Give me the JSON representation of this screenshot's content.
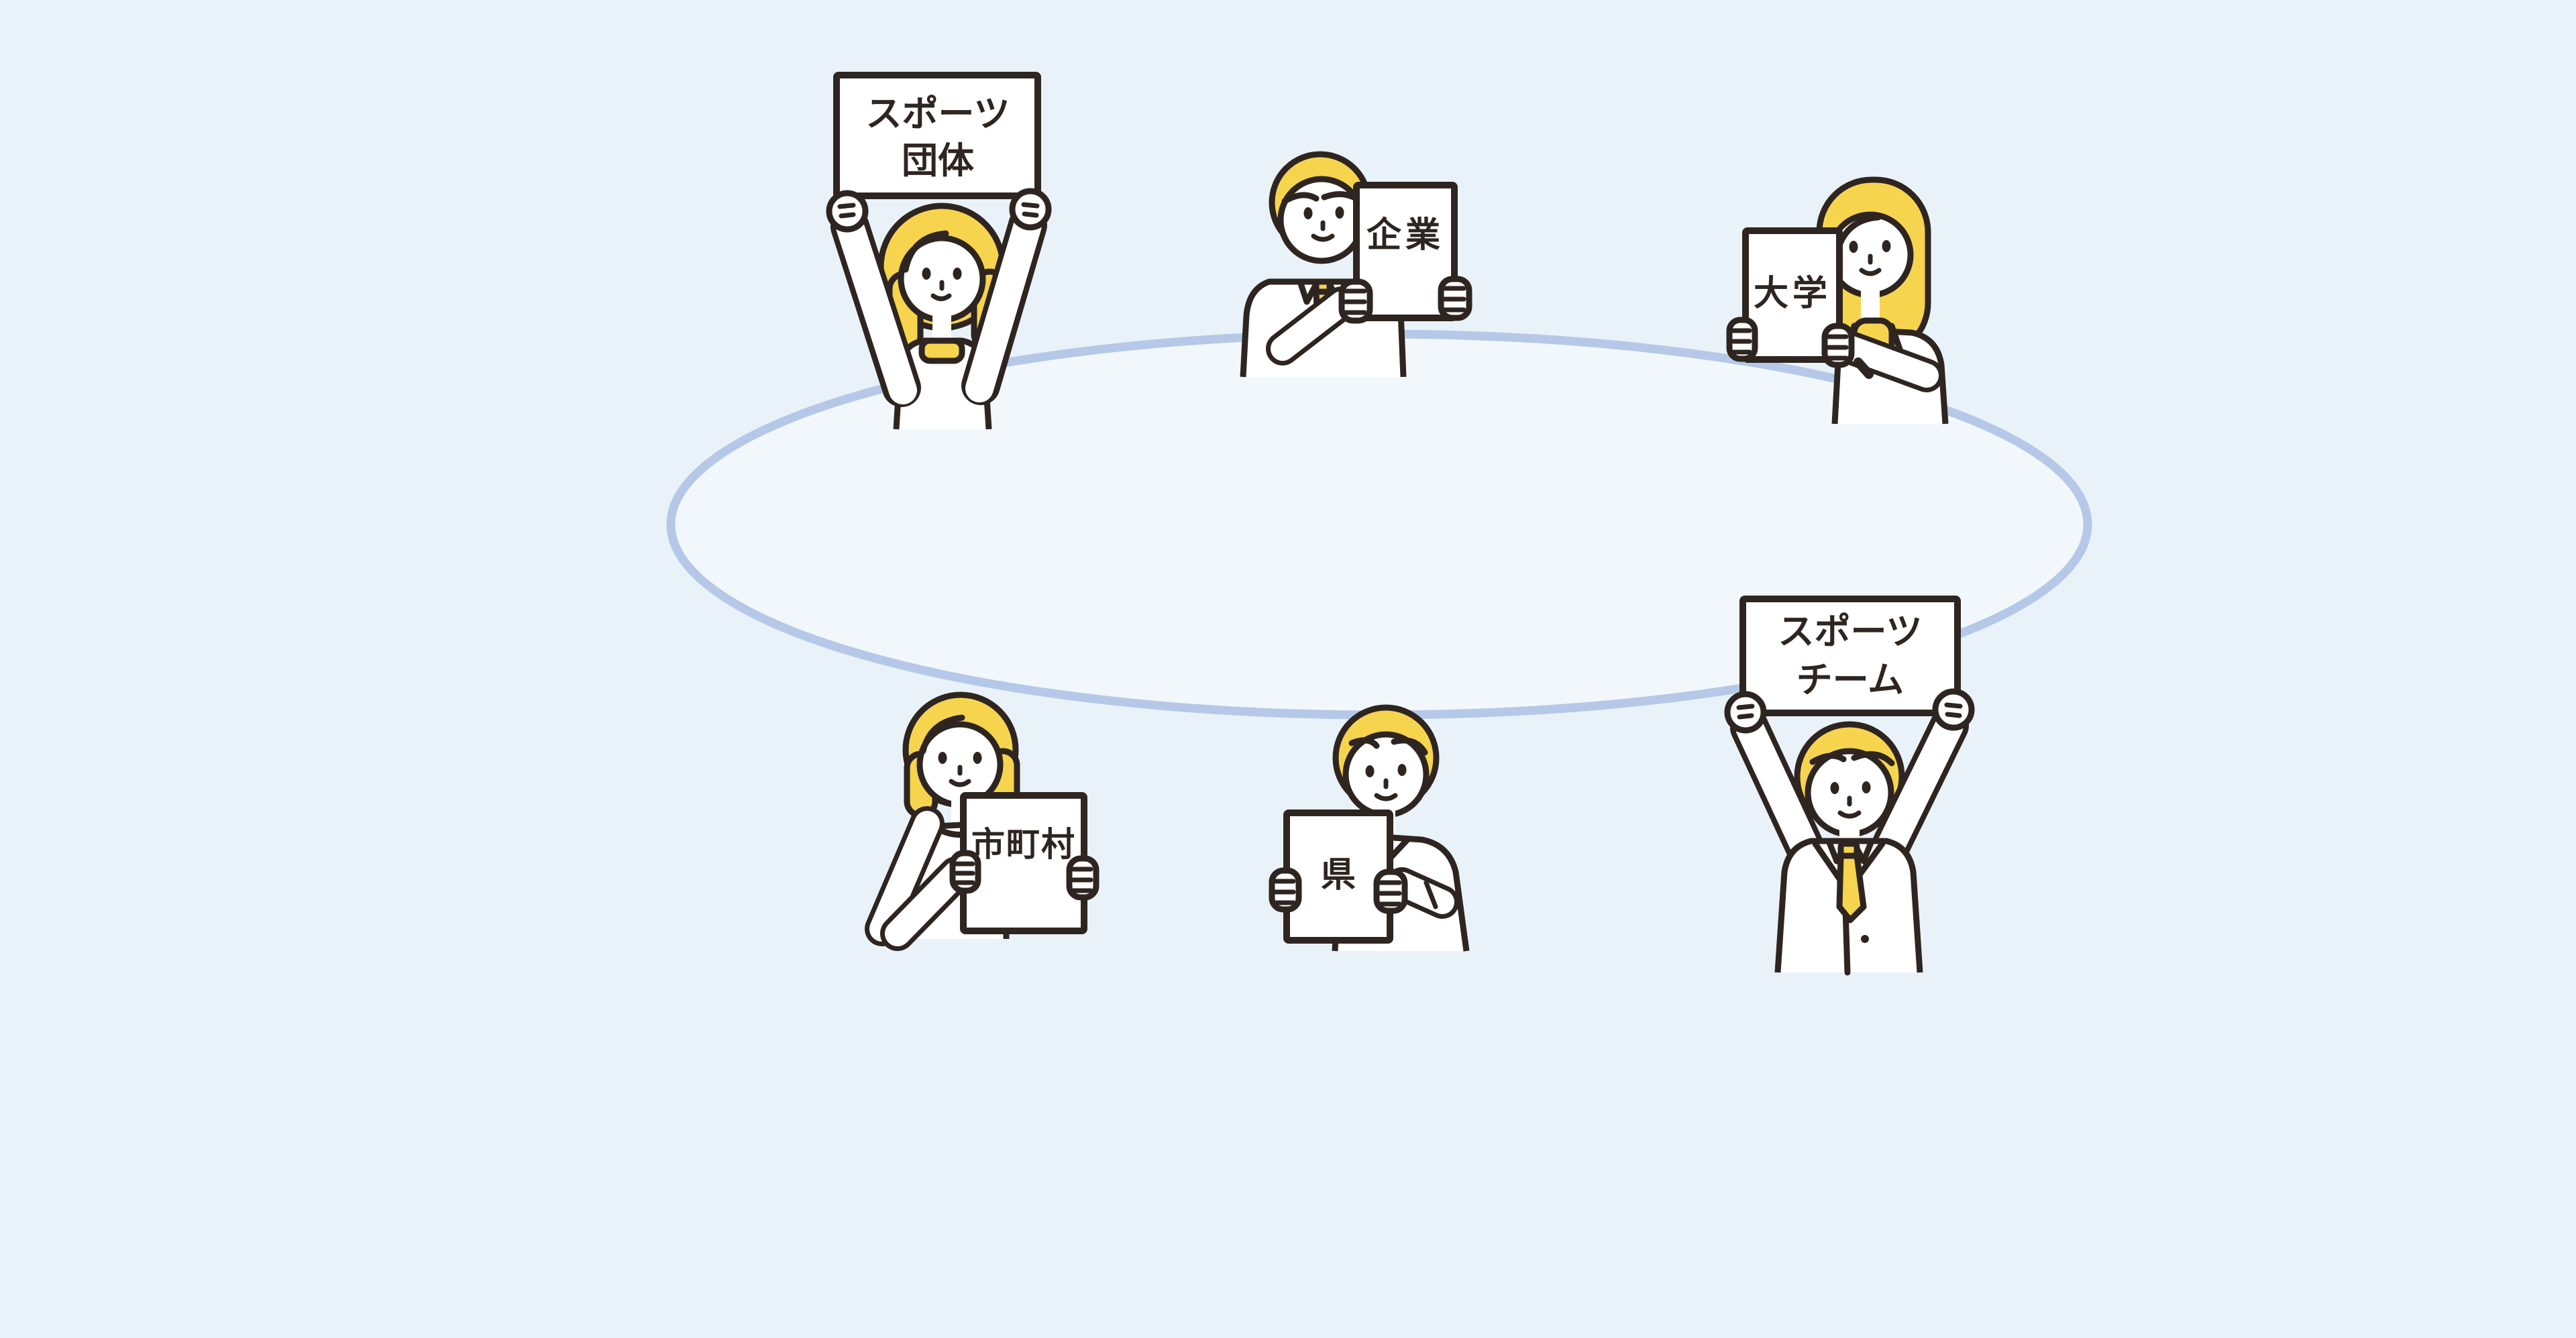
{
  "scene": {
    "description": "Illustration of six people standing around a large ellipse, each holding up a white sign naming a collaborating organization",
    "colors": {
      "background": "#e9f2f8",
      "ellipse-fill": "#f1f7fb",
      "ellipse-stroke": "#b5c8e8",
      "outline": "#2e2521",
      "yellow": "#f7d44e"
    }
  },
  "actors": [
    {
      "id": "sports-organization",
      "label_line1": "スポーツ",
      "label_line2": "団体",
      "person": "woman raising sign overhead",
      "position": "top-left"
    },
    {
      "id": "company",
      "label_line1": "企業",
      "label_line2": "",
      "person": "man holding sign beside face",
      "position": "top-center"
    },
    {
      "id": "university",
      "label_line1": "大学",
      "label_line2": "",
      "person": "long-haired woman holding sign",
      "position": "top-right"
    },
    {
      "id": "municipalities",
      "label_line1": "市町村",
      "label_line2": "",
      "person": "woman holding sign at chest",
      "position": "bottom-left"
    },
    {
      "id": "prefecture",
      "label_line1": "県",
      "label_line2": "",
      "person": "man holding sign at chest",
      "position": "bottom-center"
    },
    {
      "id": "sports-team",
      "label_line1": "スポーツ",
      "label_line2": "チーム",
      "person": "man raising sign overhead",
      "position": "bottom-right"
    }
  ]
}
